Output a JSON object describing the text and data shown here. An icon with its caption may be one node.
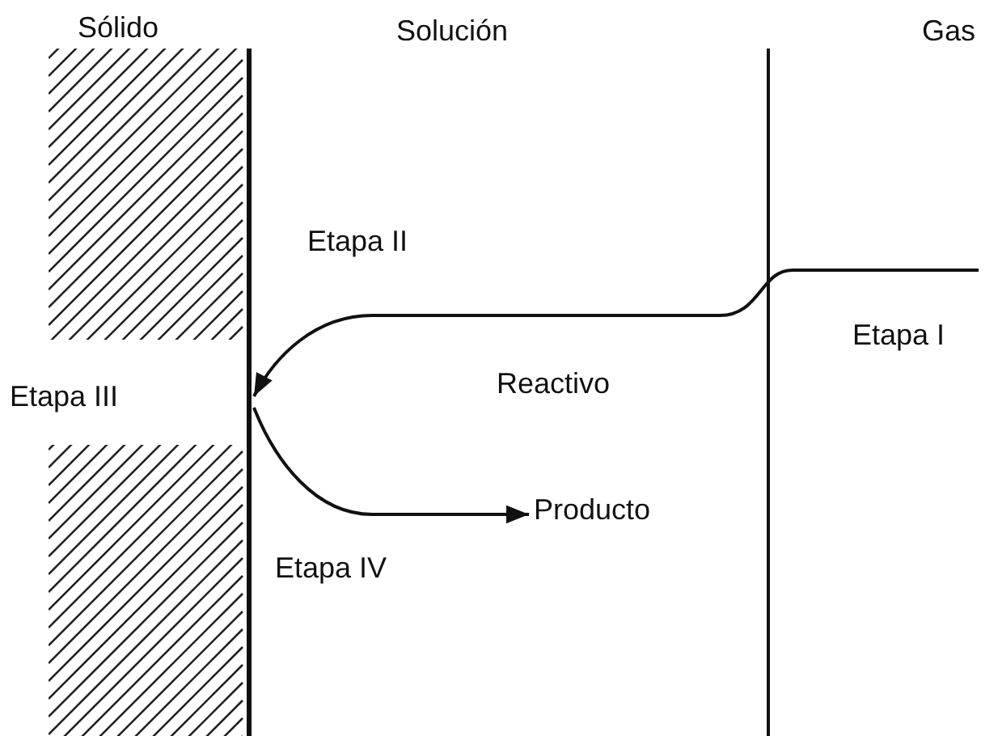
{
  "diagram": {
    "nodes": [
      {
        "text": [
          "Sólido"
        ]
      },
      {
        "text": [
          "Producto"
        ]
      }
    ],
    "edges": [
      {
        "from": null,
        "to": 0,
        "arrow": "to"
      },
      {
        "from": 0,
        "to": 1,
        "arrow": "to"
      }
    ],
    "labels": [
      "Solución",
      "Gas",
      "Etapa II",
      "Etapa I",
      "Reactivo",
      "Etapa III",
      "Etapa IV"
    ]
  }
}
